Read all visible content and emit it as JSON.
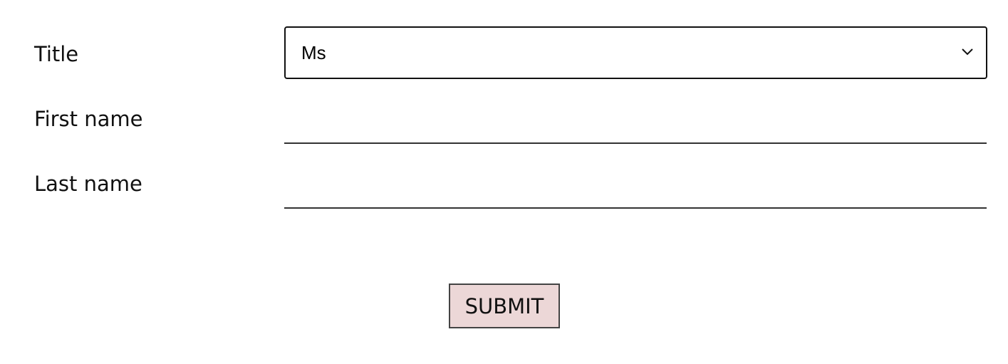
{
  "form": {
    "title_label": "Title",
    "title_value": "Ms",
    "first_name_label": "First name",
    "first_name_value": "",
    "last_name_label": "Last name",
    "last_name_value": "",
    "submit_label": "SUBMIT"
  },
  "colors": {
    "submit_background": "#ecd7d7",
    "border": "#111111"
  },
  "icons": {
    "dropdown": "chevron-down-icon"
  }
}
